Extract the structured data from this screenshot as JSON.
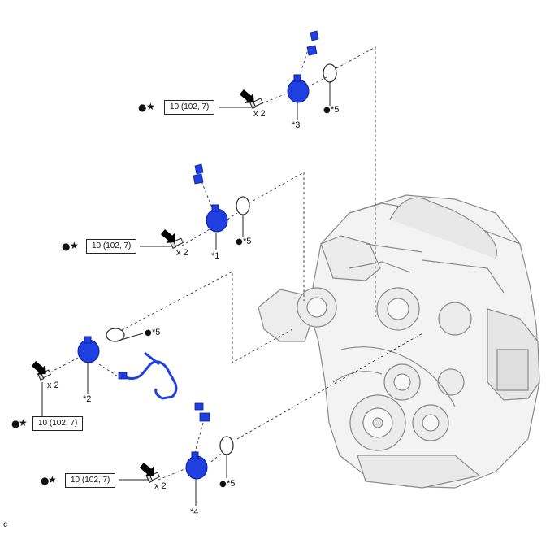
{
  "colors": {
    "part_blue": "#1f3fe0",
    "line": "#333333",
    "engine_fill": "#f2f2f2",
    "engine_stroke": "#8a8a8a"
  },
  "icons": [
    "bolt-icon",
    "arrow-pointer-icon",
    "star-mark-icon",
    "dot-mark-icon"
  ],
  "torque_label": "10 (102, 7)",
  "quantity_label": "x 2",
  "gasket_label": "*5",
  "callouts": [
    {
      "id": "top",
      "part_label": "*3",
      "torque": "10 (102, 7)",
      "qty": "x 2",
      "gasket": "*5"
    },
    {
      "id": "upper-mid",
      "part_label": "*1",
      "torque": "10 (102, 7)",
      "qty": "x 2",
      "gasket": "*5"
    },
    {
      "id": "lower-mid",
      "part_label": "*2",
      "torque": "10 (102, 7)",
      "qty": "x 2",
      "gasket": "*5"
    },
    {
      "id": "bottom",
      "part_label": "*4",
      "torque": "10 (102, 7)",
      "qty": "x 2",
      "gasket": "*5"
    }
  ],
  "marks": {
    "dot": "●",
    "star": "★"
  },
  "corner_code": "c"
}
